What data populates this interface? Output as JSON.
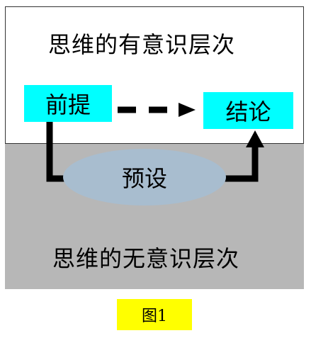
{
  "conscious_layer": {
    "title": "思维的有意识层次",
    "fill": "#ffffff"
  },
  "unconscious_layer": {
    "title": "思维的无意识层次",
    "fill": "#b7b7b7"
  },
  "nodes": {
    "premise": {
      "label": "前提",
      "fill": "#00ffff"
    },
    "conclusion": {
      "label": "结论",
      "fill": "#00ffff"
    },
    "presupposition": {
      "label": "预设",
      "fill": "#a8bdcf"
    }
  },
  "caption": {
    "label": "图1",
    "fill": "#ffff00"
  },
  "edges": [
    {
      "from": "premise",
      "to": "conclusion",
      "style": "dashed"
    },
    {
      "from": "premise",
      "to": "conclusion",
      "via": "presupposition",
      "style": "solid"
    }
  ]
}
